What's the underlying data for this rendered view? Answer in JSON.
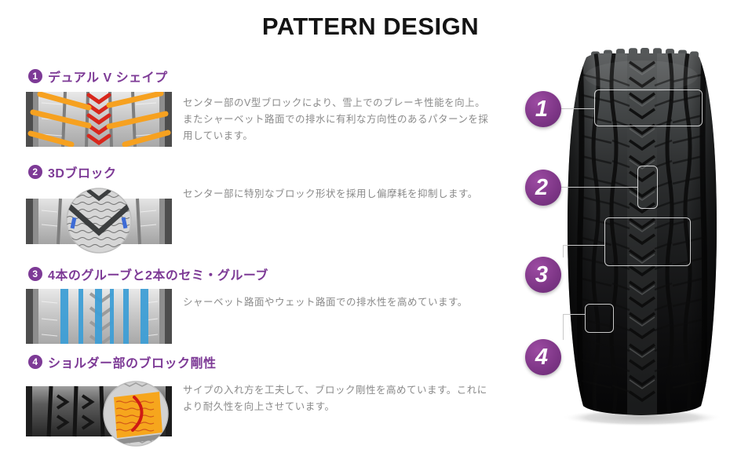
{
  "page": {
    "title": "PATTERN DESIGN"
  },
  "sections": [
    {
      "number": "1",
      "heading": "デュアル V シェイプ",
      "description": "センター部のV型ブロックにより、雪上でのブレーキ性能を向上。またシャーベット路面での排水に有利な方向性のあるパターンを採用しています。",
      "thumbnail_icon": "tread-dual-v-shape-image"
    },
    {
      "number": "2",
      "heading": "3Dブロック",
      "description": "センター部に特別なブロック形状を採用し偏摩耗を抑制します。",
      "thumbnail_icon": "tread-3d-block-magnifier-image"
    },
    {
      "number": "3",
      "heading": "4本のグルーブと2本のセミ・グルーブ",
      "description": "シャーベット路面やウェット路面での排水性を高めています。",
      "thumbnail_icon": "tread-grooves-highlight-image"
    },
    {
      "number": "4",
      "heading": "ショルダー部のブロック剛性",
      "description": "サイプの入れ方を工夫して、ブロック剛性を高めています。これにより耐久性を向上させています。",
      "thumbnail_icon": "tread-shoulder-block-magnifier-image"
    }
  ],
  "tire": {
    "callouts": [
      {
        "label": "1"
      },
      {
        "label": "2"
      },
      {
        "label": "3"
      },
      {
        "label": "4"
      }
    ]
  },
  "colors": {
    "accent_purple": "#7d3a96",
    "highlight_orange": "#f6a120",
    "highlight_red": "#d8271c",
    "highlight_blue": "#3f9fd6",
    "body_text_gray": "#8a8a8a",
    "title_black": "#141414"
  }
}
